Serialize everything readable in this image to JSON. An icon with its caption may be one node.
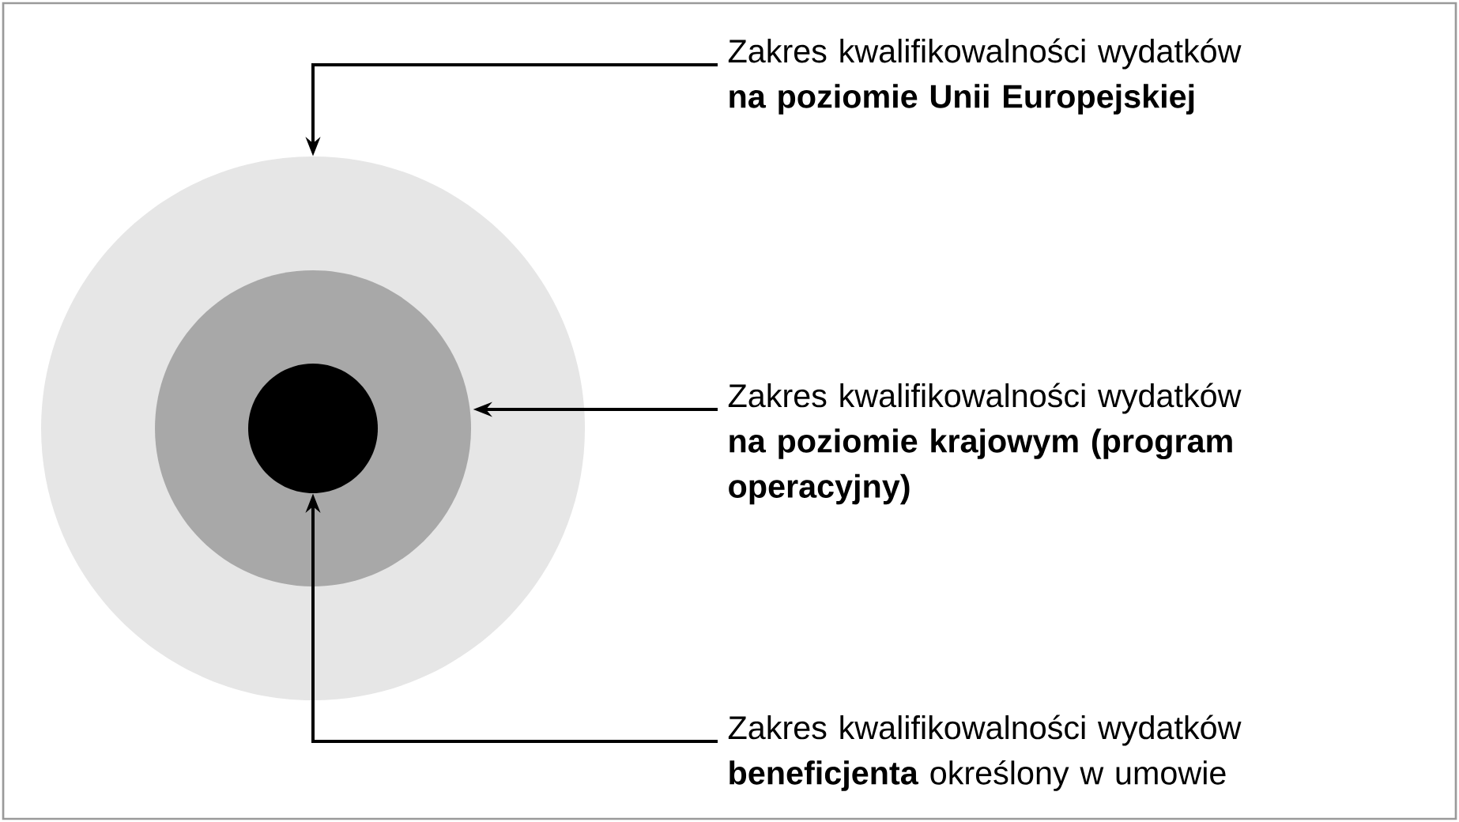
{
  "diagram": {
    "nodes": [
      {
        "text": [],
        "shape": "circle"
      },
      {
        "text": [],
        "shape": "circle",
        "in": 0
      },
      {
        "text": [],
        "shape": "circle",
        "in": 1
      },
      {
        "text": [
          "Zakres kwalifikowalności wydatków",
          "na poziomie Unii Europejskiej"
        ]
      },
      {
        "text": [
          "Zakres kwalifikowalności wydatków",
          "na poziomie krajowym (program operacyjny)"
        ]
      },
      {
        "text": [
          "Zakres kwalifikowalności wydatków",
          "**beneficjenta** określony w umowie"
        ]
      }
    ],
    "edges": [
      {
        "from": 3,
        "to": 0,
        "arrow": "to"
      },
      {
        "from": 4,
        "to": 1,
        "arrow": "to"
      },
      {
        "from": 5,
        "to": 2,
        "arrow": "to"
      }
    ]
  }
}
